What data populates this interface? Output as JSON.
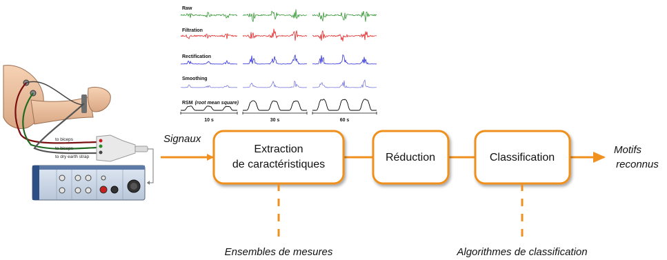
{
  "signals": {
    "rows": [
      {
        "key": "raw",
        "label": "Raw",
        "color": "#1a8a1a"
      },
      {
        "key": "filtration",
        "label": "Filtration",
        "color": "#e01010"
      },
      {
        "key": "rectification",
        "label": "Rectification",
        "color": "#1414d6"
      },
      {
        "key": "smoothing",
        "label": "Smoothing",
        "color": "#6a6ad8"
      },
      {
        "key": "rsm",
        "label": "RSM",
        "label_note": "(root mean square)",
        "color": "#000000"
      }
    ],
    "durations": [
      "10 s",
      "30 s",
      "60 s"
    ]
  },
  "equipment": {
    "leads": [
      "to biceps",
      "to biceps",
      "to dry earth strap"
    ]
  },
  "pipeline": {
    "input_label": "Signaux",
    "stages": [
      {
        "key": "extraction",
        "lines": [
          "Extraction",
          "de caractéristiques"
        ]
      },
      {
        "key": "reduction",
        "lines": [
          "Réduction"
        ]
      },
      {
        "key": "classification",
        "lines": [
          "Classification"
        ]
      }
    ],
    "output_lines": [
      "Motifs",
      "reconnus"
    ],
    "annotations": [
      {
        "key": "mesures",
        "text": "Ensembles de mesures"
      },
      {
        "key": "algorithmes",
        "text": "Algorithmes de classification"
      }
    ],
    "accent_color": "#f0901e"
  }
}
